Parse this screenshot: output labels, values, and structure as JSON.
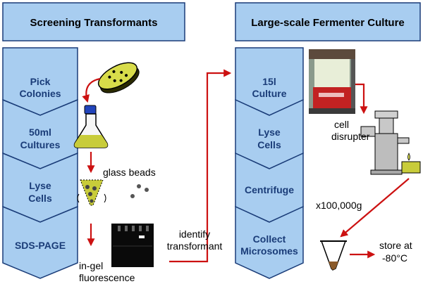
{
  "headers": {
    "left": "Screening Transformants",
    "right": "Large-scale Fermenter Culture"
  },
  "left_steps": [
    {
      "line1": "Pick",
      "line2": "Colonies"
    },
    {
      "line1": "50ml",
      "line2": "Cultures"
    },
    {
      "line1": "Lyse",
      "line2": "Cells"
    },
    {
      "line1": "SDS-PAGE",
      "line2": ""
    }
  ],
  "right_steps": [
    {
      "line1": "15l",
      "line2": "Culture"
    },
    {
      "line1": "Lyse",
      "line2": "Cells"
    },
    {
      "line1": "Centrifuge",
      "line2": ""
    },
    {
      "line1": "Collect",
      "line2": "Microsomes"
    }
  ],
  "labels": {
    "glass_beads": "glass beads",
    "in_gel_1": "in-gel",
    "in_gel_2": "fluorescence",
    "identify_1": "identify",
    "identify_2": "transformant",
    "cell_1": "cell",
    "cell_2": "disrupter",
    "speed": "x100,000g",
    "store_1": "store at",
    "store_2": "-80°C"
  },
  "colors": {
    "box_fill": "#a8cdf0",
    "box_stroke": "#1a3c78",
    "arrow_red": "#cc1111",
    "liquid": "#c8cc3a"
  }
}
